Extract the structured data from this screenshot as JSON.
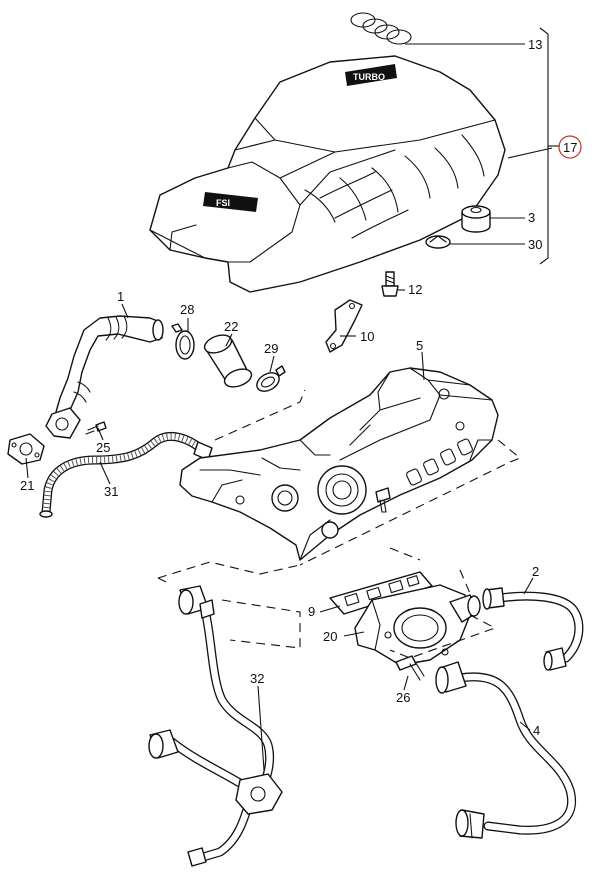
{
  "callouts": {
    "c1": "1",
    "c2": "2",
    "c3": "3",
    "c4": "4",
    "c5": "5",
    "c9": "9",
    "c10": "10",
    "c12": "12",
    "c13": "13",
    "c17": "17",
    "c20": "20",
    "c21": "21",
    "c22": "22",
    "c25": "25",
    "c26": "26",
    "c28": "28",
    "c29": "29",
    "c30": "30",
    "c31": "31",
    "c32": "32"
  },
  "cover_logos": {
    "top_badge": "TURBO",
    "side_badge": "FSI"
  },
  "colors": {
    "line": "#111111",
    "highlight_ring": "#c0392b",
    "background": "#ffffff"
  }
}
